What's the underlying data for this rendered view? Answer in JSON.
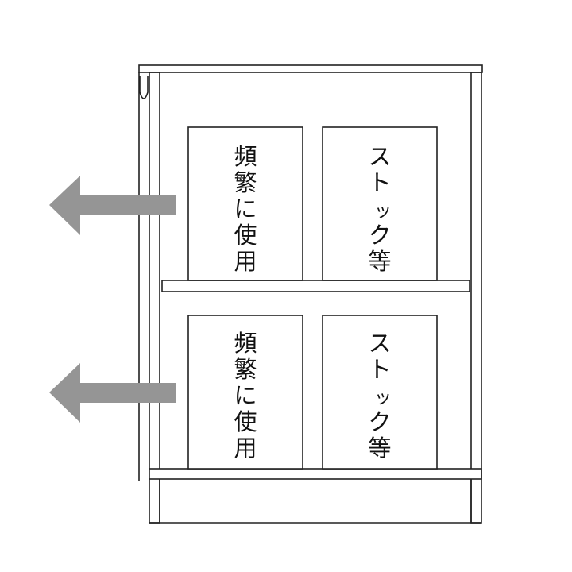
{
  "diagram": {
    "box_labels": {
      "upper_front": "頻繁に使用",
      "upper_back": "ストック等",
      "lower_front": "頻繁に使用",
      "lower_back": "ストック等"
    },
    "colors": {
      "line": "#222222",
      "arrow": "#959595",
      "background": "#ffffff"
    },
    "arrows": [
      {
        "direction": "left",
        "meaning": "pull-out"
      },
      {
        "direction": "left",
        "meaning": "pull-out"
      }
    ]
  }
}
